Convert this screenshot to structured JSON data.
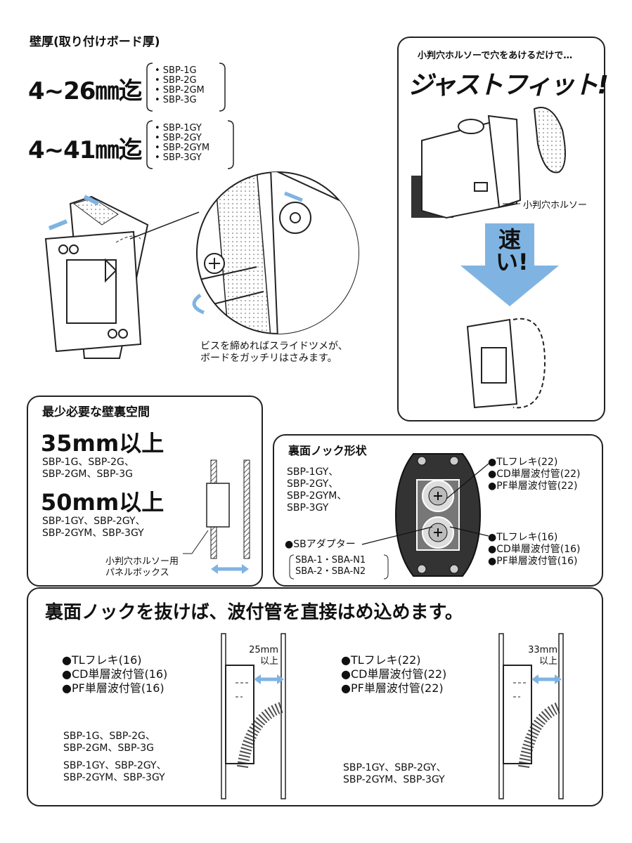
{
  "wall_thickness": {
    "title": "壁厚(取り付けボード厚)",
    "range1": "4~26㎜迄",
    "models1": [
      "• SBP-1G",
      "• SBP-2G",
      "• SBP-2GM",
      "• SBP-3G"
    ],
    "range2": "4~41㎜迄",
    "models2": [
      "• SBP-1GY",
      "• SBP-2GY",
      "• SBP-2GYM",
      "• SBP-3GY"
    ]
  },
  "slide_claw": {
    "caption_line1": "ビスを締めればスライドツメが、",
    "caption_line2": "ボードをガッチリはさみます。"
  },
  "just_fit": {
    "lead": "小判穴ホルソーで穴をあけるだけで…",
    "headline": "ジャストフィット!",
    "tool_label": "小判穴ホルソー",
    "fast_label": "速い!"
  },
  "min_space": {
    "title": "最少必要な壁裏空間",
    "size1": "35mm以上",
    "models1_line1": "SBP-1G、SBP-2G、",
    "models1_line2": "SBP-2GM、SBP-3G",
    "size2": "50mm以上",
    "models2_line1": "SBP-1GY、SBP-2GY、",
    "models2_line2": "SBP-2GYM、SBP-3GY",
    "box_label_line1": "小判穴ホルソー用",
    "box_label_line2": "パネルボックス"
  },
  "knock_shape": {
    "title": "裏面ノック形状",
    "models": [
      "SBP-1GY、",
      "SBP-2GY、",
      "SBP-2GYM、",
      "SBP-3GY"
    ],
    "upper_labels": [
      "●TLフレキ(22)",
      "●CD単層波付管(22)",
      "●PF単層波付管(22)"
    ],
    "lower_labels": [
      "●TLフレキ(16)",
      "●CD単層波付管(16)",
      "●PF単層波付管(16)"
    ],
    "adapter_label": "●SBアダプター",
    "adapter_models_line1": "SBA-1・SBA-N1",
    "adapter_models_line2": "SBA-2・SBA-N2"
  },
  "direct_fit": {
    "headline": "裏面ノックを抜けば、波付管を直接はめ込めます。",
    "left": {
      "pipes": [
        "●TLフレキ(16)",
        "●CD単層波付管(16)",
        "●PF単層波付管(16)"
      ],
      "models_a1": "SBP-1G、SBP-2G、",
      "models_a2": "SBP-2GM、SBP-3G",
      "models_b1": "SBP-1GY、SBP-2GY、",
      "models_b2": "SBP-2GYM、SBP-3GY",
      "gap_line1": "25mm",
      "gap_line2": "以上"
    },
    "right": {
      "pipes": [
        "●TLフレキ(22)",
        "●CD単層波付管(22)",
        "●PF単層波付管(22)"
      ],
      "models_b1": "SBP-1GY、SBP-2GY、",
      "models_b2": "SBP-2GYM、SBP-3GY",
      "gap_line1": "33mm",
      "gap_line2": "以上"
    }
  },
  "colors": {
    "accent_blue": "#7fb4e2",
    "ink": "#111111",
    "gray": "#555555"
  }
}
